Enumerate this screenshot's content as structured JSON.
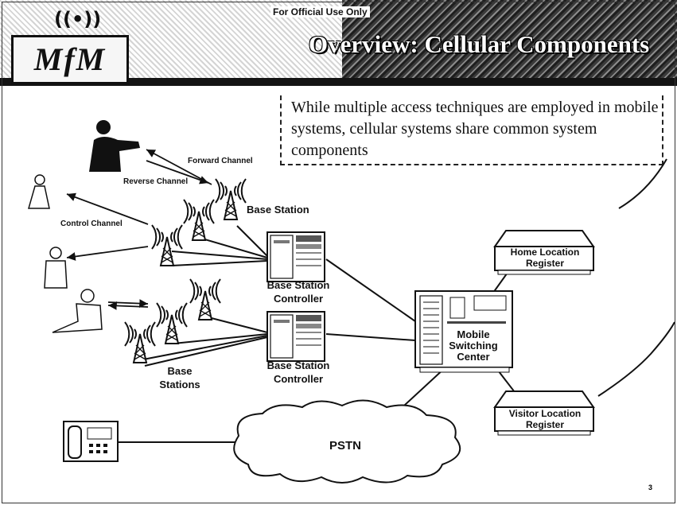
{
  "header": {
    "logo_text": "MfM",
    "classification": "For Official Use Only",
    "title": "Overview: Cellular Components"
  },
  "callout": {
    "text": "While multiple access techniques are employed in mobile systems, cellular systems share common system components"
  },
  "labels": {
    "forward_channel": "Forward Channel",
    "reverse_channel": "Reverse Channel",
    "control_channel": "Control Channel",
    "base_station": "Base Station",
    "bsc_top": "Base Station Controller",
    "bsc_bottom": "Base Station Controller",
    "base_stations": "Base Stations",
    "msc": "Mobile Switching Center",
    "hlr": "Home Location Register",
    "vlr": "Visitor Location Register",
    "pstn": "PSTN"
  },
  "page_number": "3",
  "colors": {
    "ink": "#111111",
    "header_dark": "#2b2b2b",
    "background": "#ffffff"
  },
  "icons": [
    "cell-tower-icon",
    "person-phone-icon",
    "desk-phone-icon",
    "server-cabinet-icon",
    "switch-rack-icon",
    "database-icon",
    "cloud-icon"
  ]
}
